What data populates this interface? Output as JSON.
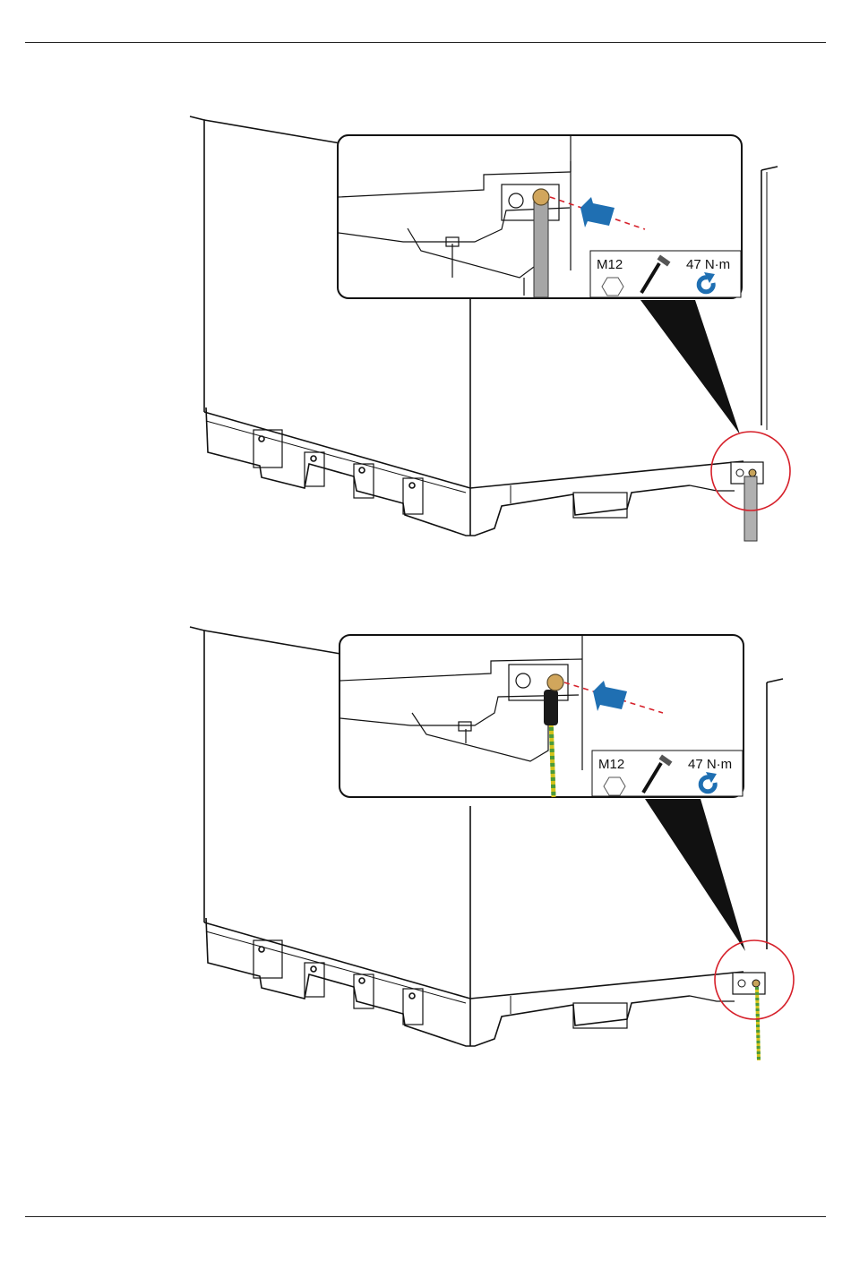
{
  "figures": [
    {
      "id": "figure-1",
      "bolt_label": "M12",
      "torque_label": "47 N·m",
      "cable": "grounding busbar",
      "icons": [
        "hex-bolt-icon",
        "torque-wrench-icon",
        "clockwise-rotate-icon",
        "insert-arrow-icon"
      ],
      "colors": {
        "arrow": "#1f6fb2",
        "highlight_circle": "#d6202a",
        "busbar": "#a6a6a6"
      }
    },
    {
      "id": "figure-2",
      "bolt_label": "M12",
      "torque_label": "47 N·m",
      "cable": "yellow-green ground cable",
      "icons": [
        "hex-bolt-icon",
        "torque-wrench-icon",
        "clockwise-rotate-icon",
        "insert-arrow-icon"
      ],
      "colors": {
        "arrow": "#1f6fb2",
        "highlight_circle": "#d6202a",
        "cable_yellow": "#d4c21a",
        "cable_green": "#4a9a3a"
      }
    }
  ]
}
